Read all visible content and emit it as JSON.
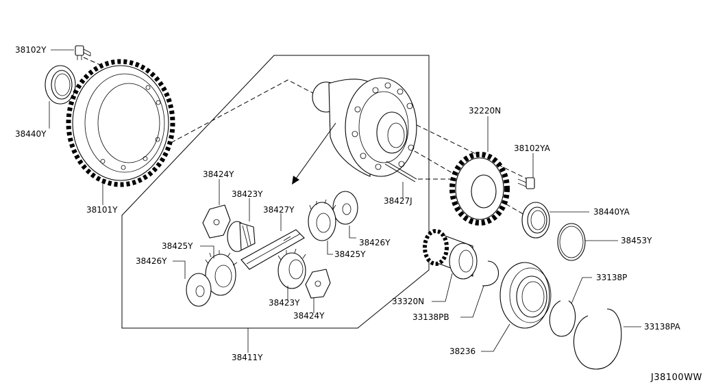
{
  "diagram_code": "J38100WW",
  "parts": [
    {
      "id": "bolt-38102y",
      "label": "38102Y"
    },
    {
      "id": "seal-38440y",
      "label": "38440Y"
    },
    {
      "id": "ring-gear-38101y",
      "label": "38101Y"
    },
    {
      "id": "washer-38424y-top",
      "label": "38424Y"
    },
    {
      "id": "pinion-38423y-top",
      "label": "38423Y"
    },
    {
      "id": "shaft-38427y",
      "label": "38427Y"
    },
    {
      "id": "side-gear-38425y-left",
      "label": "38425Y"
    },
    {
      "id": "washer-38426y-left",
      "label": "38426Y"
    },
    {
      "id": "washer-38426y-right",
      "label": "38426Y"
    },
    {
      "id": "side-gear-38425y-right",
      "label": "38425Y"
    },
    {
      "id": "pinion-38423y-bottom",
      "label": "38423Y"
    },
    {
      "id": "washer-38424y-bottom",
      "label": "38424Y"
    },
    {
      "id": "case-assy-38411y",
      "label": "38411Y"
    },
    {
      "id": "pin-38427j",
      "label": "38427J"
    },
    {
      "id": "gear-32220n",
      "label": "32220N"
    },
    {
      "id": "bolt-38102ya",
      "label": "38102YA"
    },
    {
      "id": "seal-38440ya",
      "label": "38440YA"
    },
    {
      "id": "ring-38453y",
      "label": "38453Y"
    },
    {
      "id": "gear-33320n",
      "label": "33320N"
    },
    {
      "id": "snap-ring-33138pb",
      "label": "33138PB"
    },
    {
      "id": "bearing-38236",
      "label": "38236"
    },
    {
      "id": "snap-ring-33138p",
      "label": "33138P"
    },
    {
      "id": "snap-ring-33138pa",
      "label": "33138PA"
    }
  ]
}
